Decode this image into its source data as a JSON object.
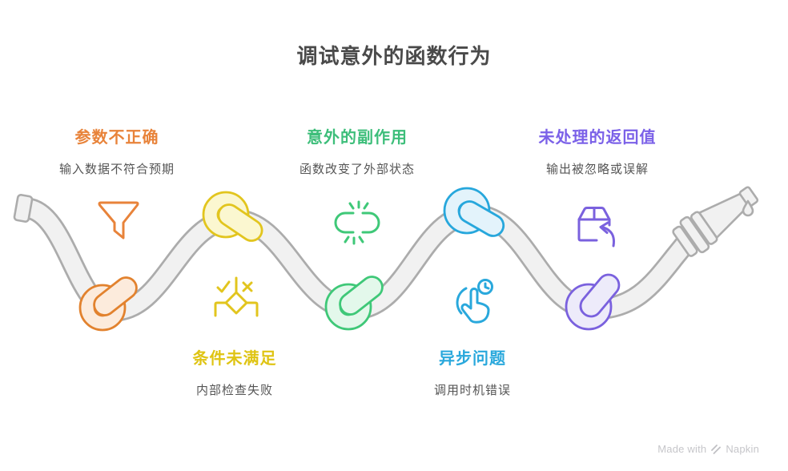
{
  "title": "调试意外的函数行为",
  "items": [
    {
      "id": "incorrect-arguments",
      "label": "参数不正确",
      "desc": "输入数据不符合预期",
      "color": "#E8833A",
      "icon": "funnel-icon",
      "position": "top"
    },
    {
      "id": "condition-not-met",
      "label": "条件未满足",
      "desc": "内部检查失败",
      "color": "#DFC413",
      "icon": "decision-check-icon",
      "position": "bottom"
    },
    {
      "id": "unexpected-side-effect",
      "label": "意外的副作用",
      "desc": "函数改变了外部状态",
      "color": "#3DBE7A",
      "icon": "broken-link-icon",
      "position": "top"
    },
    {
      "id": "async-problem",
      "label": "异步问题",
      "desc": "调用时机错误",
      "color": "#29A8DC",
      "icon": "hand-click-clock-icon",
      "position": "bottom"
    },
    {
      "id": "unhandled-return-value",
      "label": "未处理的返回值",
      "desc": "输出被忽略或误解",
      "color": "#7B61E8",
      "icon": "package-return-icon",
      "position": "top"
    }
  ],
  "footer": {
    "made_with": "Made with",
    "brand": "Napkin"
  },
  "colors": {
    "hose_fill": "#F1F1F1",
    "hose_stroke": "#ACACAC",
    "title_text": "#4A4A4A",
    "desc_text": "#555555",
    "footer_text": "#C6C6CA"
  }
}
